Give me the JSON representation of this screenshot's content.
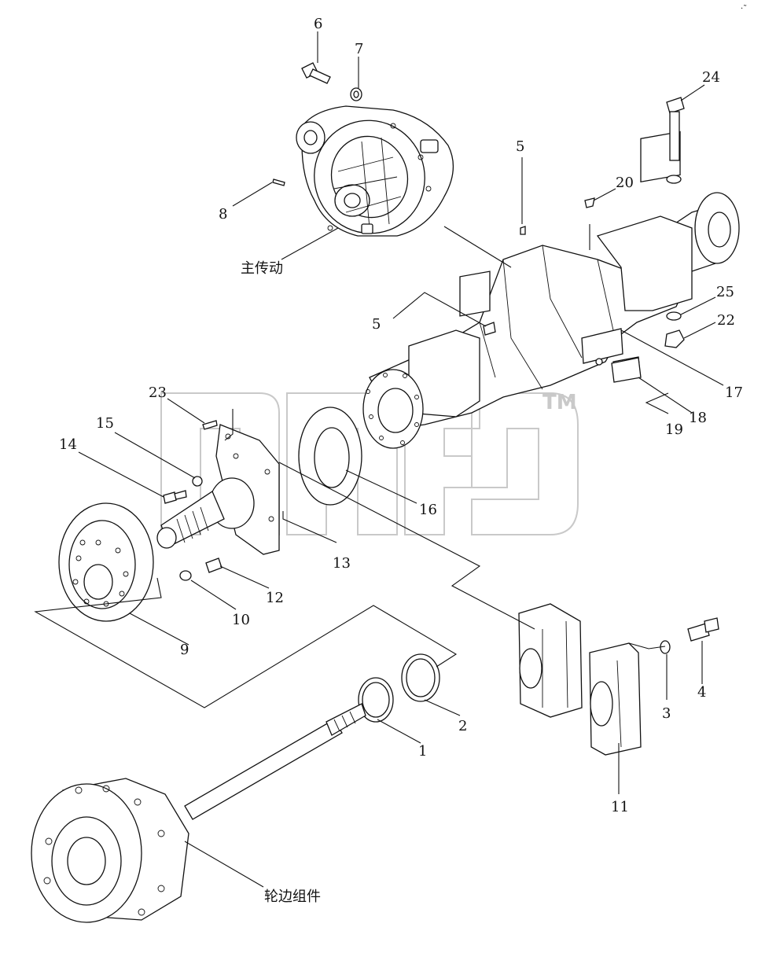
{
  "diagram": {
    "watermark_tm": "TM",
    "corner_mark": "·˜",
    "labels": {
      "p1": "1",
      "p2": "2",
      "p3": "3",
      "p4": "4",
      "p5a": "5",
      "p5b": "5",
      "p6": "6",
      "p7": "7",
      "p8": "8",
      "p9": "9",
      "p10": "10",
      "p11": "11",
      "p12": "12",
      "p13": "13",
      "p14": "14",
      "p15": "15",
      "p16": "16",
      "p17": "17",
      "p18": "18",
      "p19": "19",
      "p20": "20",
      "p22": "22",
      "p23": "23",
      "p24": "24",
      "p25": "25",
      "main_drive": "主传动",
      "wheel_assembly": "轮边组件"
    }
  }
}
